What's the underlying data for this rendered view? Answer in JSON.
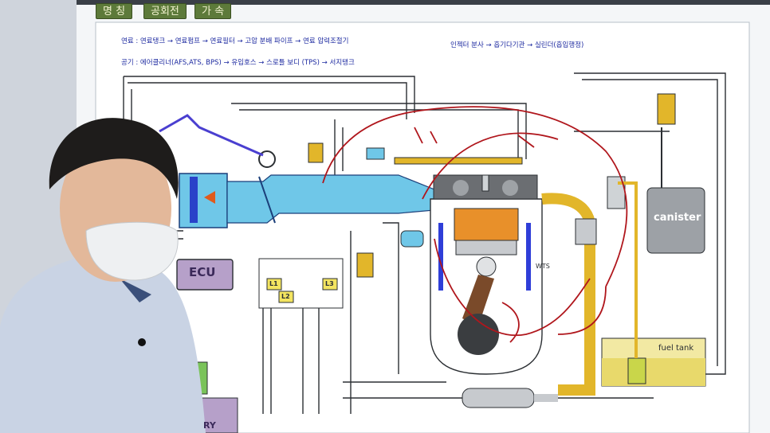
{
  "tabs": [
    {
      "label": "명 칭"
    },
    {
      "label": "공회전"
    },
    {
      "label": "가 속"
    }
  ],
  "flow": {
    "fuel_line": "연료 : 연료탱크 → 연료펌프 → 연료필터 → 고압 분배 파이프 → 연료 압력조절기",
    "fuel_line_cont": "인젝터 분사 → 흡기다기관 → 실린더(흡입행정)",
    "air_line": "공기 : 에어클리너(AFS,ATS, BPS) → 유입호스 → 스로틀 보디 (TPS) → 서지탱크"
  },
  "components": {
    "ecu": "ECU",
    "canister": "canister",
    "fuel_tank": "fuel tank",
    "wts": "WTS",
    "relay_labels": [
      "L1",
      "L2",
      "L3"
    ],
    "battery_partial": "RY"
  },
  "colors": {
    "screen_bg": "#ffffff",
    "tab_green": "#5d7a3a",
    "fuel_text": "#1d2aa0",
    "intake_blue": "#6fc7e8",
    "piston_orange": "#e8902a",
    "pipe_yellow": "#e2b62a",
    "pen_red": "#b0161c"
  }
}
